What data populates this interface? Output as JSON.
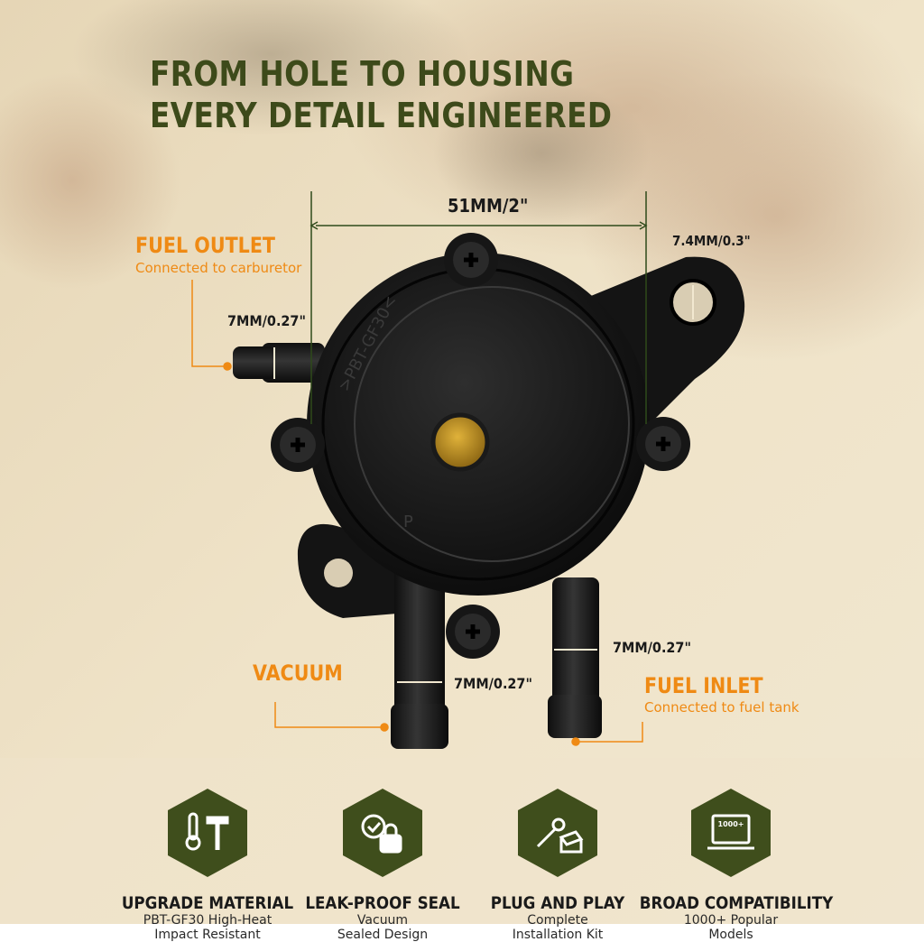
{
  "headline": {
    "line1": "FROM HOLE TO HOUSING",
    "line2": "EVERY DETAIL ENGINEERED"
  },
  "dimensions": {
    "width": "51MM/2\"",
    "mount_hole": "7.4MM/0.3\"",
    "outlet_diameter": "7MM/0.27\"",
    "vacuum_diameter": "7MM/0.27\"",
    "inlet_diameter": "7MM/0.27\""
  },
  "callouts": {
    "fuel_outlet": {
      "title": "FUEL OUTLET",
      "subtitle": "Connected to carburetor"
    },
    "vacuum": {
      "title": "VACUUM"
    },
    "fuel_inlet": {
      "title": "FUEL INLET",
      "subtitle": "Connected to fuel tank"
    }
  },
  "pump_markings": {
    "housing_text": ">PBT-GF30<",
    "port_letter": "P"
  },
  "features": [
    {
      "icon": "thermometer-hammer-icon",
      "title": "UPGRADE MATERIAL",
      "desc1": "PBT-GF30 High-Heat",
      "desc2": "Impact Resistant"
    },
    {
      "icon": "seal-lock-icon",
      "title": "LEAK-PROOF SEAL",
      "desc1": "Vacuum",
      "desc2": "Sealed Design"
    },
    {
      "icon": "tools-box-icon",
      "title": "PLUG AND PLAY",
      "desc1": "Complete",
      "desc2": "Installation Kit"
    },
    {
      "icon": "laptop-icon",
      "title": "BROAD COMPATIBILITY",
      "desc1": "1000+ Popular",
      "desc2": "Models",
      "screen_text": "1000+"
    }
  ],
  "colors": {
    "background": "#efe3c8",
    "headline": "#3d4a1a",
    "accent": "#ef8a14",
    "hexagon": "#3f4e1c"
  }
}
